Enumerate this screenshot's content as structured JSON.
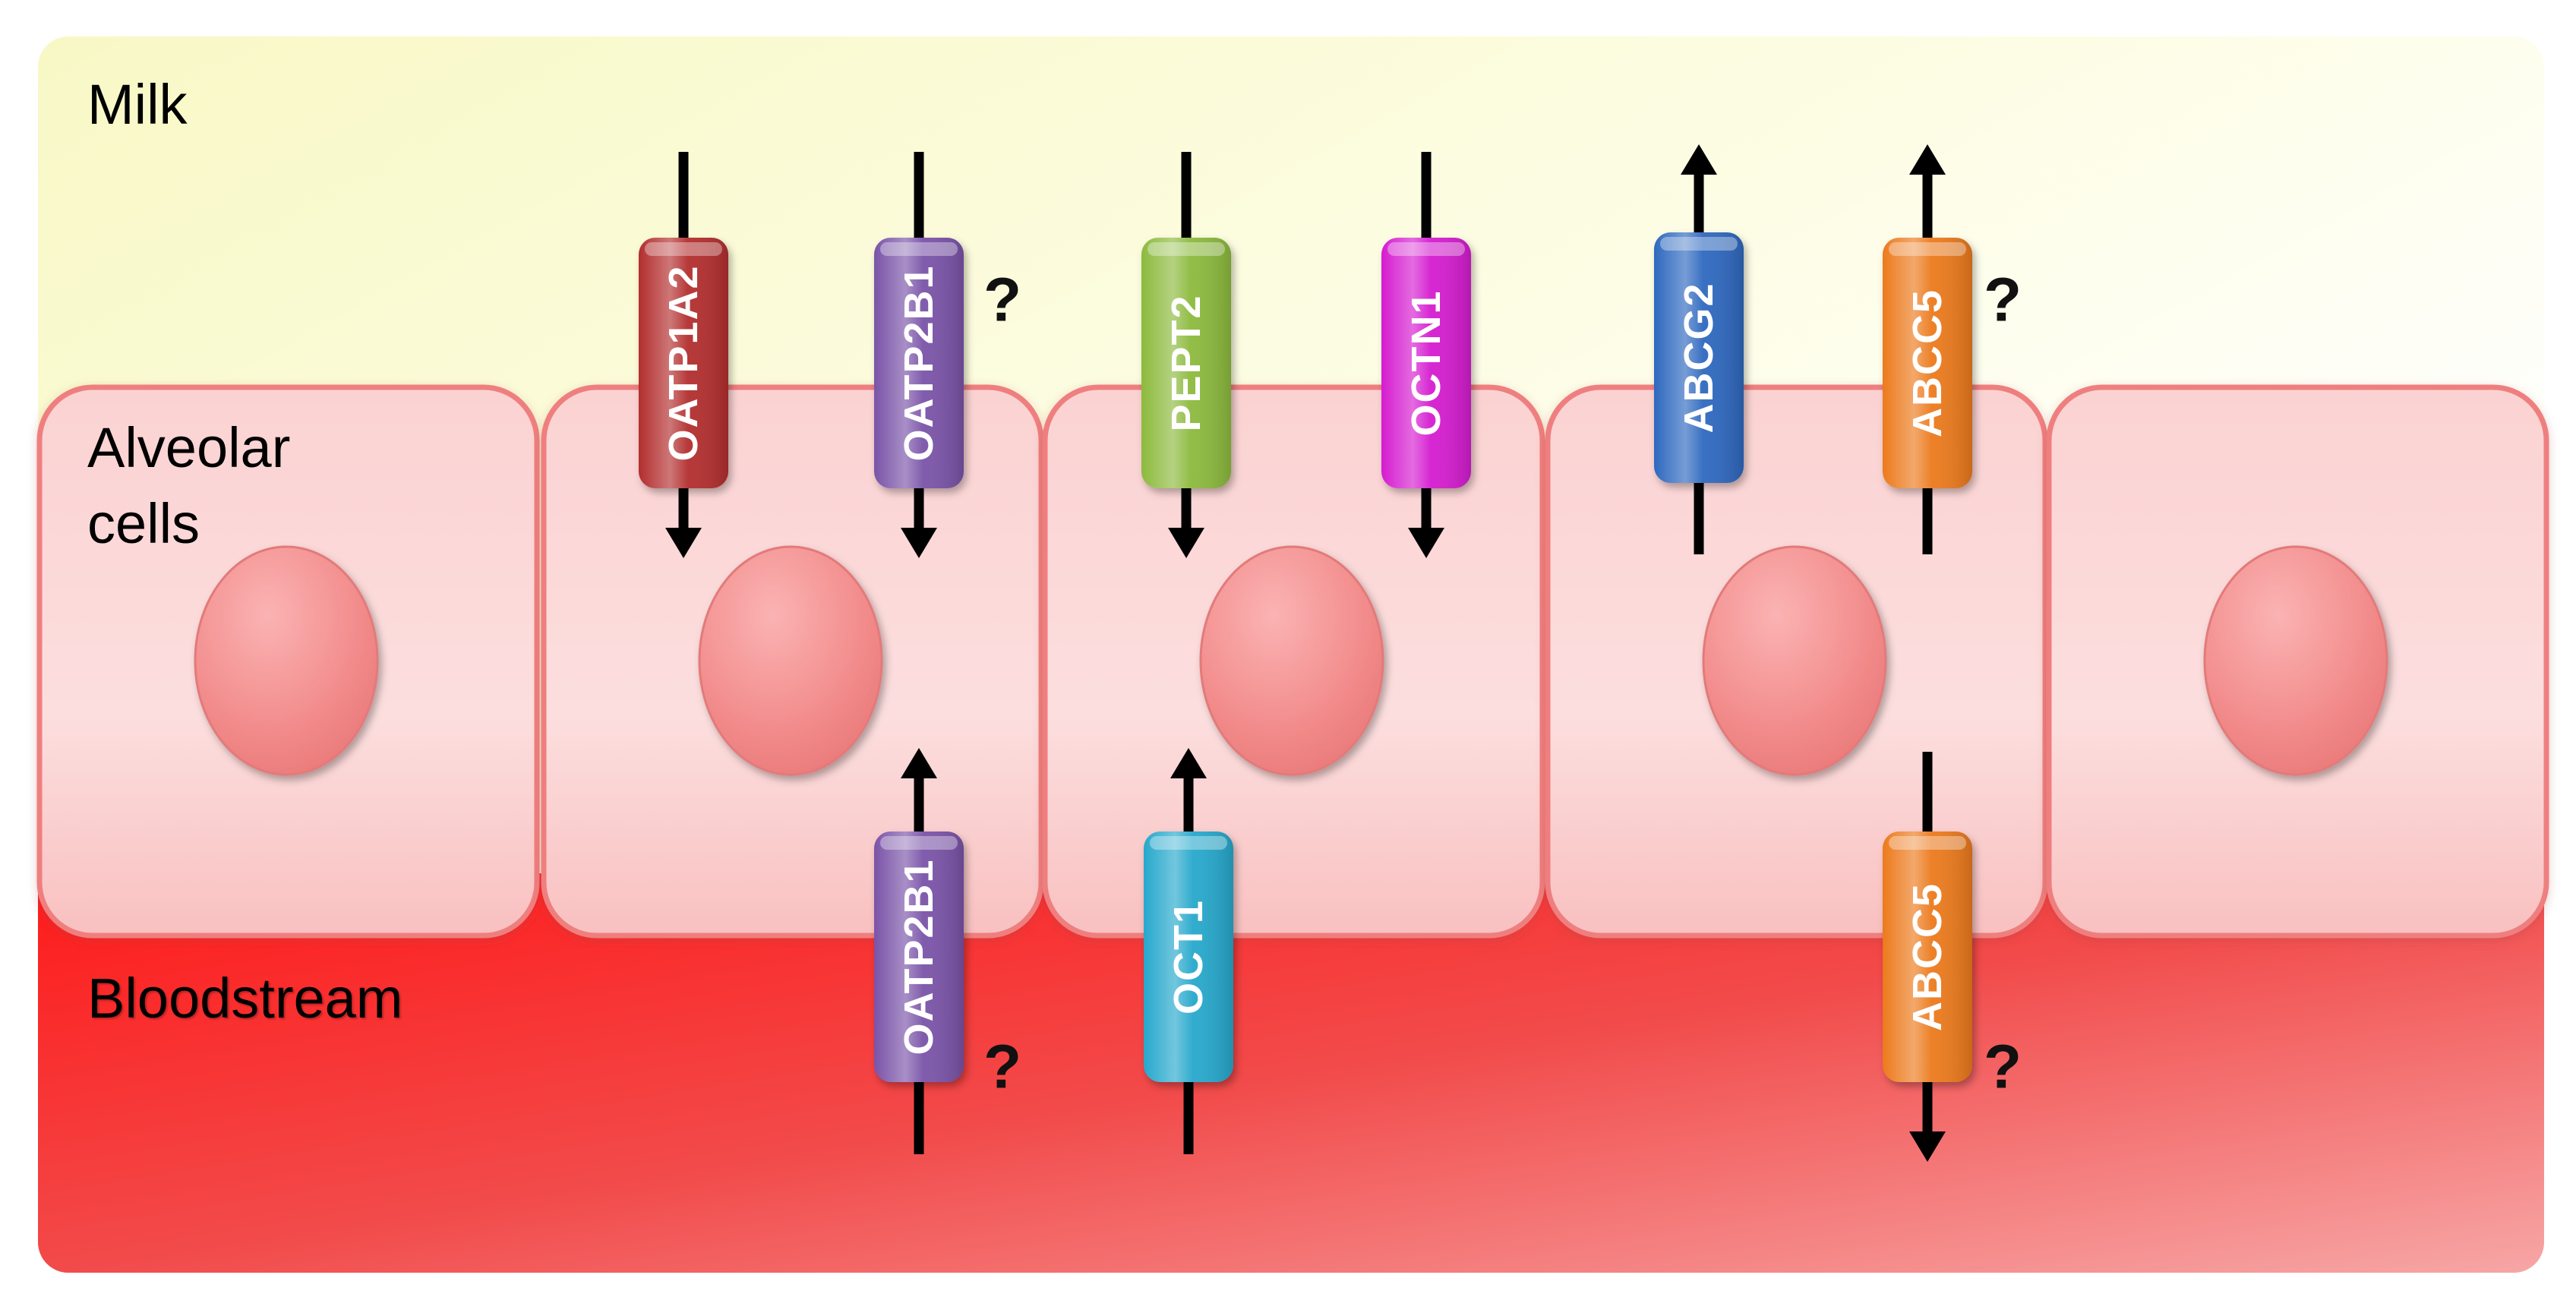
{
  "regions": {
    "milk": "Milk",
    "alveolar_line1": "Alveolar",
    "alveolar_line2": "cells",
    "bloodstream": "Bloodstream"
  },
  "transporters": {
    "oatp1a2": {
      "label": "OATP1A2",
      "color": "#b32f2f",
      "direction": "into cell",
      "uncertain": false
    },
    "oatp2b1_apical": {
      "label": "OATP2B1",
      "color": "#7a52a8",
      "direction": "into cell",
      "uncertain": true
    },
    "pept2": {
      "label": "PEPT2",
      "color": "#8cba3c",
      "direction": "into cell",
      "uncertain": false
    },
    "octn1": {
      "label": "OCTN1",
      "color": "#d51fd0",
      "direction": "into cell",
      "uncertain": false
    },
    "abcg2": {
      "label": "ABCG2",
      "color": "#2d68bf",
      "direction": "out to milk",
      "uncertain": false
    },
    "abcc5_apical": {
      "label": "ABCC5",
      "color": "#ec7a1c",
      "direction": "out to milk",
      "uncertain": true
    },
    "oatp2b1_basal": {
      "label": "OATP2B1",
      "color": "#7a52a8",
      "direction": "into cell",
      "uncertain": true
    },
    "oct1": {
      "label": "OCT1",
      "color": "#27a8cc",
      "direction": "into cell",
      "uncertain": false
    },
    "abcc5_basal": {
      "label": "ABCC5",
      "color": "#ec7a1c",
      "direction": "out to blood",
      "uncertain": true
    }
  },
  "uncertain_mark": "?",
  "colors": {
    "milk_region": "#fbfbd8",
    "cell_fill": "#fcd4d4",
    "cell_border": "#ef7f7f",
    "nucleus": "#f48a8a",
    "blood": "#ee1d1d"
  }
}
